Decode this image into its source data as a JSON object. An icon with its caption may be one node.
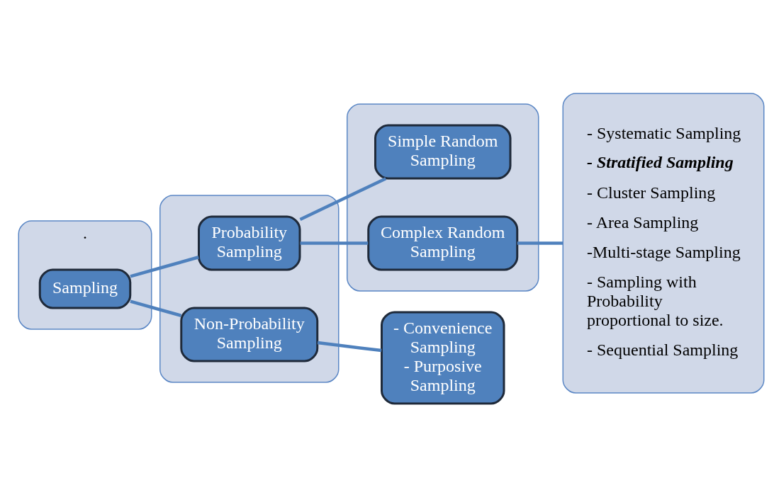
{
  "diagram": {
    "nodes": [
      {
        "text": [
          "."
        ]
      },
      {
        "text": [
          "Sampling"
        ],
        "in": 0
      },
      {
        "text": [],
        "shape": "box"
      },
      {
        "text": [
          "Probability Sampling"
        ],
        "in": 2
      },
      {
        "text": [
          "Non-Probability Sampling"
        ],
        "in": 2
      },
      {
        "text": [],
        "shape": "box"
      },
      {
        "text": [
          "Simple Random Sampling"
        ],
        "in": 5
      },
      {
        "text": [
          "Complex Random Sampling"
        ],
        "in": 5
      },
      {
        "text": [
          "- Convenience Sampling",
          "- Purposive Sampling"
        ]
      },
      {
        "text": [
          "- Systematic Sampling",
          "- Stratified Sampling",
          "- Cluster Sampling",
          "- Area Sampling",
          "-Multi-stage Sampling",
          "- Sampling with Probability proportional to size.",
          "- Sequential Sampling"
        ]
      }
    ],
    "edges": [
      {
        "from": 1,
        "to": 3,
        "arrow": "none"
      },
      {
        "from": 1,
        "to": 4,
        "arrow": "none"
      },
      {
        "from": 3,
        "to": 6,
        "arrow": "none"
      },
      {
        "from": 3,
        "to": 7,
        "arrow": "none"
      },
      {
        "from": 4,
        "to": 8,
        "arrow": "none"
      },
      {
        "from": 7,
        "to": 9,
        "arrow": "none"
      }
    ]
  }
}
